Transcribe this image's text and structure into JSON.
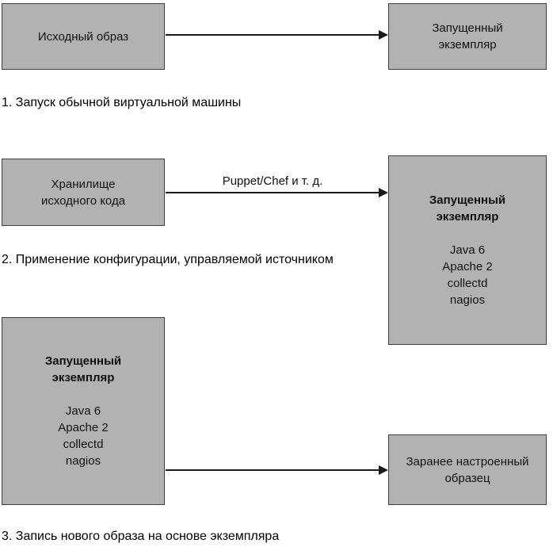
{
  "colors": {
    "page_bg": "#ffffff",
    "box_fill": "#b2b2b2",
    "box_border": "#3f3f3f",
    "arrow_color": "#1a1a1a",
    "text_color": "#111111"
  },
  "step1": {
    "source_box": "Исходный образ",
    "target_box": "Запущенный\nэкземпляр",
    "caption": "1. Запуск обычной виртуальной машины"
  },
  "step2": {
    "source_box": "Хранилище\nисходного кода",
    "arrow_label": "Puppet/Chef и т. д.",
    "target_box_title": "Запущенный\nэкземпляр",
    "target_box_services": "Java 6\nApache 2\ncollectd\nnagios",
    "caption": "2. Применение конфигурации, управляемой источником"
  },
  "step3": {
    "source_box_title": "Запущенный\nэкземпляр",
    "source_box_services": "Java 6\nApache 2\ncollectd\nnagios",
    "target_box": "Заранее настроенный\nобразец",
    "caption": "3. Запись нового образа на основе экземпляра"
  }
}
